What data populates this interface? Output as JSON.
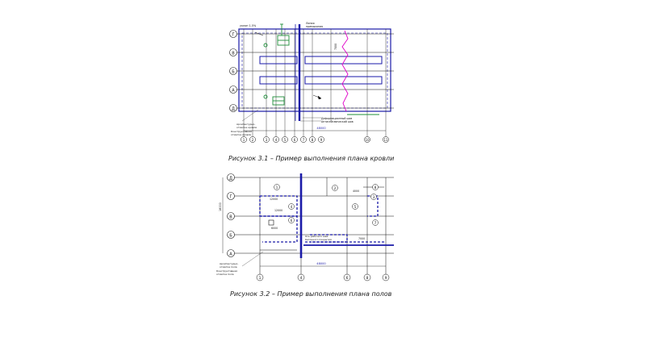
{
  "figure1": {
    "caption": "Рисунок 3.1 – Пример выполнения плана кровли",
    "row_axes": [
      "Г",
      "В",
      "Б",
      "А",
      "Д"
    ],
    "col_axes": [
      "1",
      "2",
      "3",
      "4",
      "5",
      "6",
      "7",
      "8",
      "9",
      "10",
      "11"
    ],
    "notes": {
      "top_left": "уклон 1.5%",
      "top_right_1": "Линия",
      "top_right_2": "примыкания",
      "center_label": "7000",
      "bottom_right_1": "Деформационный шов",
      "bottom_right_2": "Антисейсмический шов",
      "dimension": "48000",
      "legend_1": "Архитектурно-",
      "legend_2": "отметка кровли",
      "legend_3": "Конструктивная",
      "legend_4": "отметка кровли"
    }
  },
  "figure2": {
    "caption": "Рисунок 3.2 – Пример выполнения плана полов",
    "row_axes": [
      "Д",
      "Г",
      "В",
      "Б",
      "А"
    ],
    "col_axes": [
      "1",
      "4",
      "6",
      "8",
      "9"
    ],
    "floor_types": [
      "1",
      "2",
      "3",
      "4",
      "5",
      "6",
      "7",
      "8"
    ],
    "notes": {
      "label_1": "12000",
      "label_2": "12000",
      "label_3": "4000",
      "label_4": "6000",
      "label_5": "Ось рабочего шва",
      "label_6": "бетонного покрытия",
      "label_7": "7000",
      "dimension": "48000",
      "left_dim": "18000",
      "legend_1": "Архитектурно-",
      "legend_2": "отметка пола",
      "legend_3": "Конструктивная",
      "legend_4": "отметка пола"
    }
  },
  "colors": {
    "blue": "#1a1aa8",
    "green": "#1f8f3a",
    "magenta": "#e000c8",
    "black": "#111111"
  }
}
